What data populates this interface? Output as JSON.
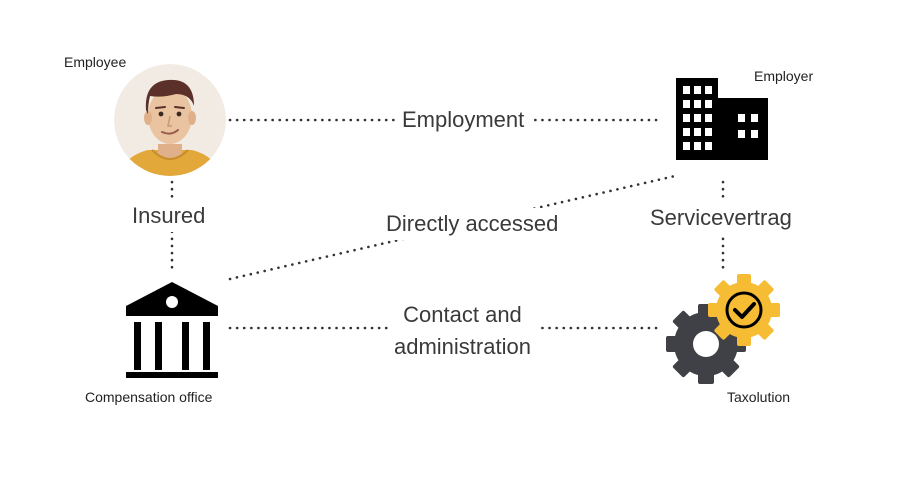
{
  "nodes": {
    "employee": "Employee",
    "employer": "Employer",
    "compensation_office": "Compensation office",
    "taxolution": "Taxolution"
  },
  "edges": {
    "employment": "Employment",
    "insured": "Insured",
    "directly_accessed": "Directly accessed",
    "servicevertrag": "Servicevertrag",
    "contact_line1": "Contact and",
    "contact_line2": "administration"
  },
  "colors": {
    "avatar_bg": "#f2ebe4",
    "shirt": "#e2a83a",
    "hair": "#5a3028",
    "skin": "#eac4a1",
    "icon_black": "#000000",
    "gear_dark": "#3f4146",
    "gear_yellow": "#f6bd34"
  },
  "icons": {
    "employee": "person-avatar-icon",
    "employer": "office-building-icon",
    "compensation_office": "institution-building-icon",
    "taxolution": "gears-check-icon"
  }
}
